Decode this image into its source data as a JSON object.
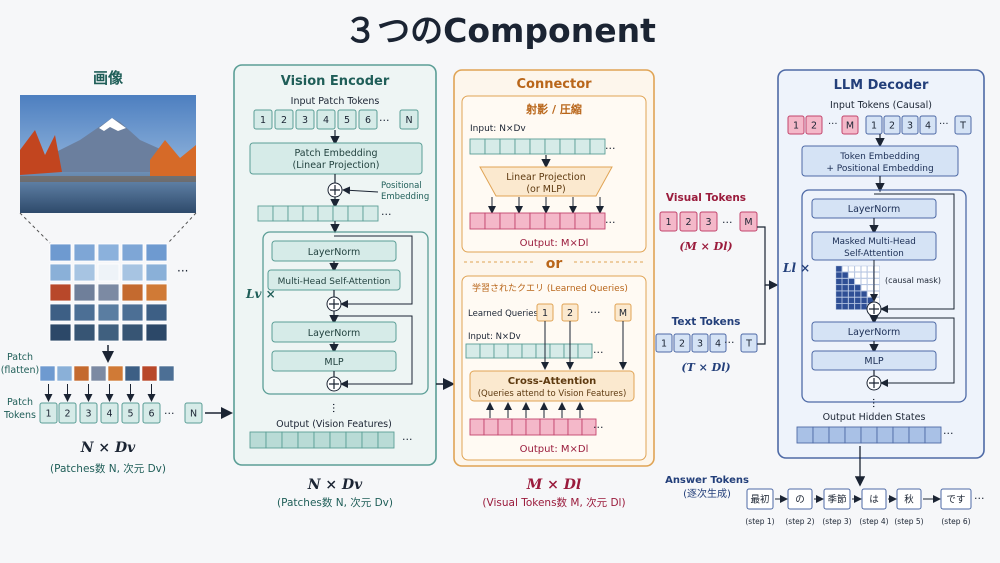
{
  "title": "３つのComponent",
  "image_section": {
    "heading": "画像",
    "patch_label_line1": "Patch",
    "patch_label_line2": "(flatten)",
    "tokens_label_line1": "Patch",
    "tokens_label_line2": "Tokens",
    "tokens": [
      "1",
      "2",
      "3",
      "4",
      "5",
      "6",
      "N"
    ],
    "ellipsis": "···",
    "dim": "N × Dv",
    "dim_note": "(Patches数 N, 次元 Dv)"
  },
  "vision_encoder": {
    "title": "Vision Encoder",
    "input_label": "Input Patch Tokens",
    "tokens": [
      "1",
      "2",
      "3",
      "4",
      "5",
      "6",
      "N"
    ],
    "ellipsis": "···",
    "patch_embedding_line1": "Patch Embedding",
    "patch_embedding_line2": "(Linear Projection)",
    "positional_line1": "Positional",
    "positional_line2": "Embedding",
    "repeat": "Lv ×",
    "layernorm1": "LayerNorm",
    "mhsa": "Multi-Head Self-Attention",
    "layernorm2": "LayerNorm",
    "mlp": "MLP",
    "output_label": "Output (Vision Features)",
    "dim": "N × Dv",
    "dim_note": "(Patches数 N, 次元 Dv)"
  },
  "connector": {
    "title": "Connector",
    "proj_title": "射影 / 圧縮",
    "proj_input": "Input: N×Dv",
    "linear_line1": "Linear Projection",
    "linear_line2": "(or MLP)",
    "proj_output": "Output: M×Dl",
    "or": "or",
    "lq_title": "学習されたクエリ (Learned Queries)",
    "lq_label": "Learned Queries",
    "lq_tokens": [
      "1",
      "2",
      "M"
    ],
    "lq_input": "Input: N×Dv",
    "cross_line1": "Cross-Attention",
    "cross_line2": "(Queries attend to Vision Features)",
    "lq_output": "Output: M×Dl",
    "ellipsis": "···",
    "dim": "M × Dl",
    "dim_note": "(Visual Tokens数 M, 次元 Dl)"
  },
  "middle": {
    "visual_tokens_label": "Visual Tokens",
    "visual_tokens": [
      "1",
      "2",
      "3",
      "M"
    ],
    "visual_dim": "(M × Dl)",
    "text_tokens_label": "Text Tokens",
    "text_tokens": [
      "1",
      "2",
      "3",
      "4",
      "T"
    ],
    "text_dim": "(T × Dl)",
    "ellipsis": "···"
  },
  "llm_decoder": {
    "title": "LLM Decoder",
    "input_label": "Input Tokens (Causal)",
    "visual_tokens": [
      "1",
      "2",
      "M"
    ],
    "text_tokens": [
      "1",
      "2",
      "3",
      "4",
      "T"
    ],
    "ellipsis": "···",
    "embedding_line1": "Token Embedding",
    "embedding_line2": "+ Positional Embedding",
    "repeat": "Ll ×",
    "layernorm1": "LayerNorm",
    "masked_line1": "Masked Multi-Head",
    "masked_line2": "Self-Attention",
    "causal_mask": "(causal mask)",
    "layernorm2": "LayerNorm",
    "mlp": "MLP",
    "output_label": "Output Hidden States"
  },
  "answer": {
    "label_line1": "Answer Tokens",
    "label_line2": "(逐次生成)",
    "tokens": [
      "最初",
      "の",
      "季節",
      "は",
      "秋",
      "です"
    ],
    "steps": [
      "(step 1)",
      "(step 2)",
      "(step 3)",
      "(step 4)",
      "(step 5)",
      "(step 6)"
    ],
    "ellipsis": "···"
  },
  "colors": {
    "title": "#1b2433",
    "teal_border": "#5b9e96",
    "teal_fill": "#d6ebe8",
    "teal_dark": "#1f5e58",
    "orange_border": "#e0a455",
    "orange_fill": "#fbe9cf",
    "orange_dark": "#b9661a",
    "pink_fill": "#f4b8c9",
    "pink_border": "#c2456d",
    "blue_border": "#4e6aa6",
    "blue_fill": "#d5e3f5",
    "blue_dark": "#233f7a",
    "crimson": "#9a1b3c"
  }
}
